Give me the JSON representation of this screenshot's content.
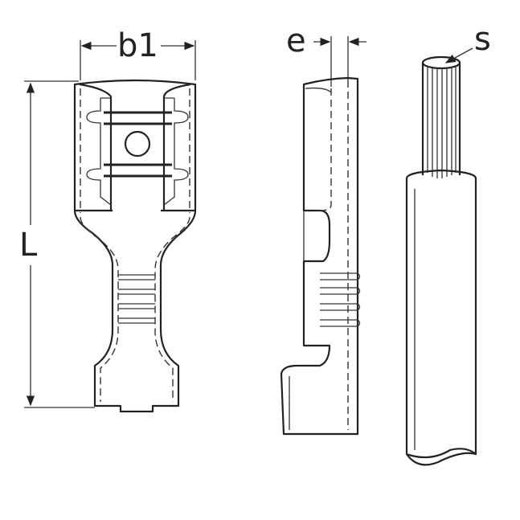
{
  "labels": {
    "width": "b1",
    "thickness": "e",
    "cross_section": "s",
    "length": "L"
  },
  "colors": {
    "line": "#222222",
    "background": "#ffffff"
  }
}
